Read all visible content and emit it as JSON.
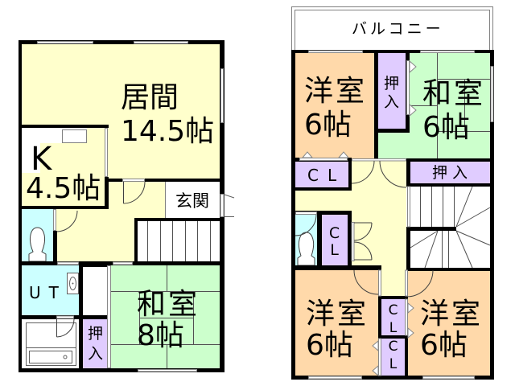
{
  "floor_1": {
    "living_room": {
      "name": "居間",
      "size": "14.5帖"
    },
    "kitchen": {
      "name": "K",
      "size": "4.5帖"
    },
    "entrance": {
      "name": "玄関"
    },
    "utility": {
      "name": "UT"
    },
    "closet": {
      "name": "押入"
    },
    "japanese_room": {
      "name": "和室",
      "size": "8帖"
    }
  },
  "floor_2": {
    "balcony": {
      "name": "バルコニー"
    },
    "western_room_north": {
      "name": "洋室",
      "size": "6帖"
    },
    "closet_north": {
      "name": "押入"
    },
    "japanese_room": {
      "name": "和室",
      "size": "6帖"
    },
    "closet_cl_north": {
      "name": "CL"
    },
    "closet_east": {
      "name": "押入"
    },
    "closet_cl_toilet": {
      "name": "CL"
    },
    "western_room_southwest": {
      "name": "洋室",
      "size": "6帖"
    },
    "closet_cl_south_upper": {
      "name": "CL"
    },
    "closet_cl_south_lower": {
      "name": "CL"
    },
    "western_room_southeast": {
      "name": "洋室",
      "size": "6帖"
    }
  },
  "colors": {
    "living_yellow": "#FFFFCC",
    "western_orange": "#FFD9AA",
    "tatami_green": "#CCFFCC",
    "closet_purple": "#E0CCFF",
    "wet_area_cyan": "#CCFFFF",
    "wall": "#000000"
  }
}
